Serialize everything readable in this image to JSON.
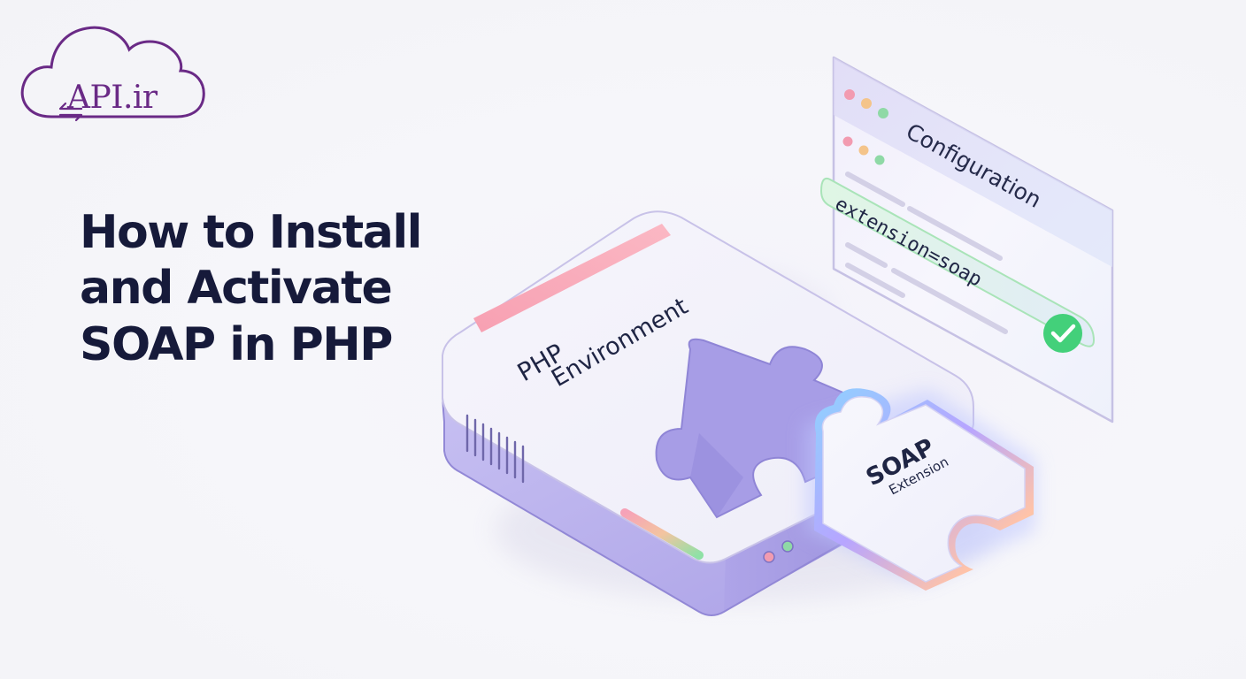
{
  "brand": {
    "logo_text": "API.ir",
    "logo_icon": "cloud-icon",
    "swap_icon": "swap-arrows-icon",
    "color": "#6a2a86"
  },
  "headline": {
    "line1": "How to Install",
    "line2": "and Activate",
    "line3": "SOAP in PHP",
    "color": "#161a3a"
  },
  "config_window": {
    "title": "Configuration",
    "code_line": "extension=soap",
    "status_icon": "check-icon",
    "status_color": "#3ccf72"
  },
  "server": {
    "label_line1": "PHP",
    "label_line2": "Environment",
    "body_color": "#b9b1ec"
  },
  "puzzle_piece": {
    "label_line1": "SOAP",
    "label_line2": "Extension",
    "icon": "puzzle-piece-icon"
  }
}
